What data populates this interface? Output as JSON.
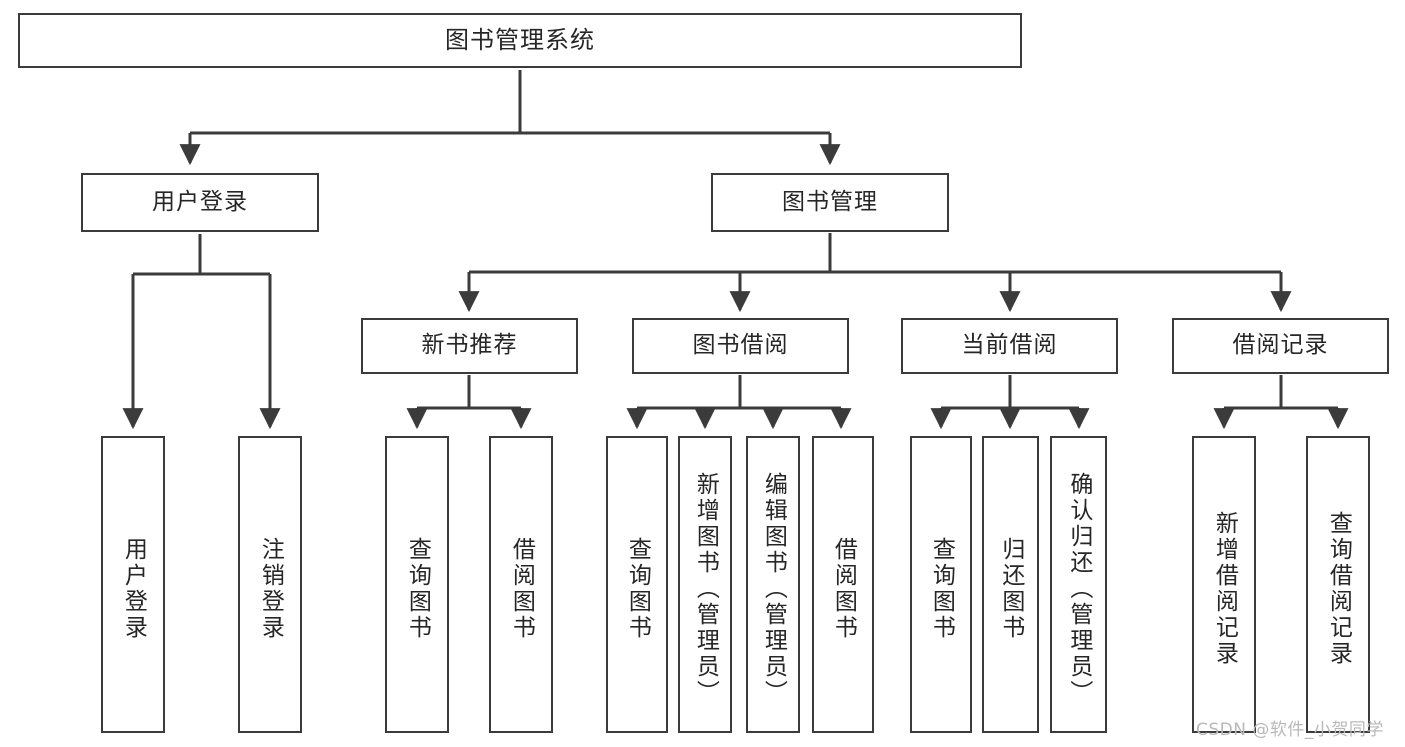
{
  "diagram": {
    "title": "图书管理系统",
    "type": "hierarchy-tree",
    "stroke_color": "#3b3b3b",
    "text_color": "#262626",
    "background_color": "#ffffff",
    "nodes": {
      "root": {
        "label": "图书管理系统"
      },
      "level1": [
        {
          "id": "user-login",
          "label": "用户登录"
        },
        {
          "id": "book-manage",
          "label": "图书管理"
        }
      ],
      "level2": [
        {
          "id": "new-book-recommend",
          "label": "新书推荐"
        },
        {
          "id": "book-borrow",
          "label": "图书借阅"
        },
        {
          "id": "current-borrow",
          "label": "当前借阅"
        },
        {
          "id": "borrow-record",
          "label": "借阅记录"
        }
      ],
      "leaves": [
        {
          "id": "leaf-user-login",
          "label": "用户登录"
        },
        {
          "id": "leaf-user-logout",
          "label": "注销登录"
        },
        {
          "id": "leaf-query-book-1",
          "label": "查询图书"
        },
        {
          "id": "leaf-borrow-book-1",
          "label": "借阅图书"
        },
        {
          "id": "leaf-query-book-2",
          "label": "查询图书"
        },
        {
          "id": "leaf-add-book",
          "label": "新增图书（管理员）"
        },
        {
          "id": "leaf-edit-book",
          "label": "编辑图书（管理员）"
        },
        {
          "id": "leaf-borrow-book-2",
          "label": "借阅图书"
        },
        {
          "id": "leaf-query-book-3",
          "label": "查询图书"
        },
        {
          "id": "leaf-return-book",
          "label": "归还图书"
        },
        {
          "id": "leaf-confirm-return",
          "label": "确认归还（管理员）"
        },
        {
          "id": "leaf-add-record",
          "label": "新增借阅记录"
        },
        {
          "id": "leaf-query-record",
          "label": "查询借阅记录"
        }
      ]
    }
  },
  "watermark": {
    "text": "CSDN @软件_小贺同学"
  }
}
